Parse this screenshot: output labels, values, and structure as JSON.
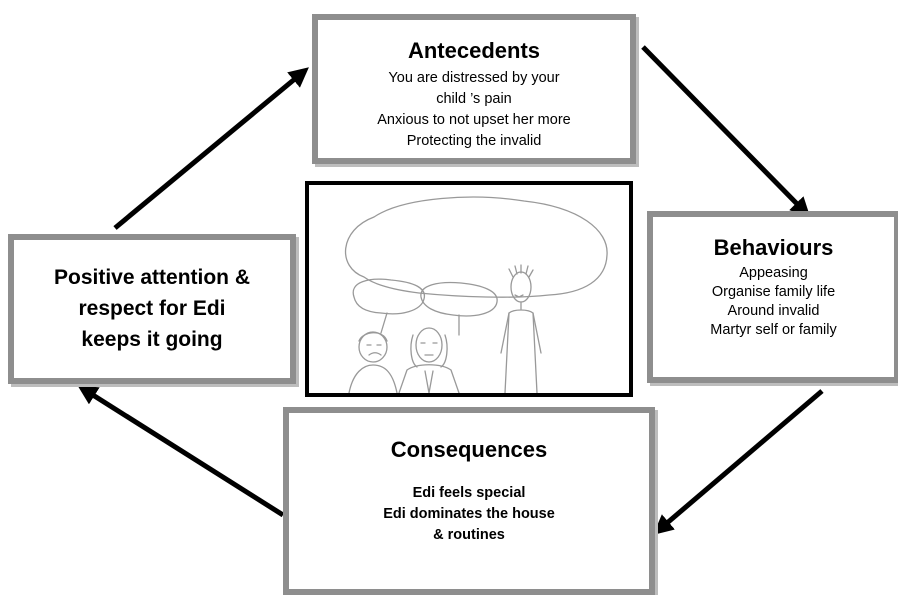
{
  "antecedents": {
    "title": "Antecedents",
    "lines": [
      "You are distressed by your",
      "child ’s pain",
      "Anxious to not upset her more",
      "Protecting the invalid"
    ]
  },
  "behaviours": {
    "title": "Behaviours",
    "lines": [
      "Appeasing",
      "Organise family life",
      "Around invalid",
      "Martyr self or family"
    ]
  },
  "positive": {
    "lines": [
      "Positive attention &",
      "respect for Edi",
      "keeps it going"
    ]
  },
  "consequences": {
    "title": "Consequences",
    "lines": [
      "Edi feels special",
      "Edi dominates the house",
      "& routines"
    ]
  },
  "colors": {
    "box_border": "#8e8e8e",
    "arrow": "#000000",
    "sketch_line": "#999999"
  }
}
